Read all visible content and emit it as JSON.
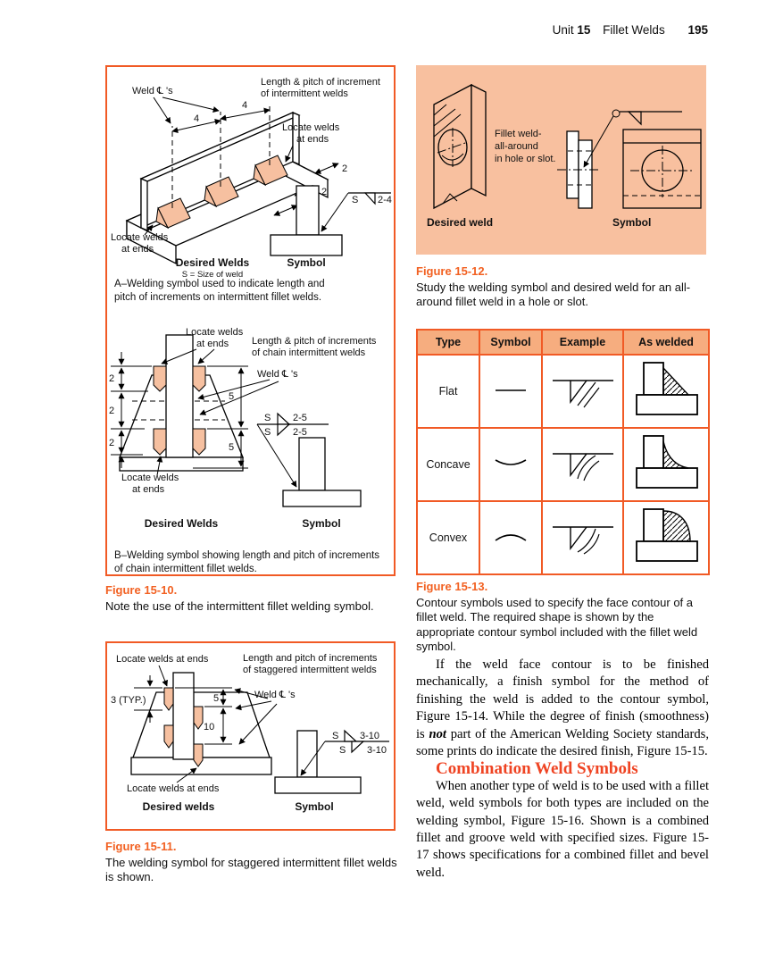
{
  "header": {
    "unit_word": "Unit",
    "unit_num": "15",
    "title": "Fillet Welds",
    "page_num": "195"
  },
  "colors": {
    "accent_orange": "#f15a25",
    "caption_orange": "#f26122",
    "heading_red": "#ef4423",
    "salmon_bg": "#f8c09f",
    "table_header_bg": "#f6ad7f",
    "weld_fill": "#f6c0a0"
  },
  "fig10": {
    "caption_title": "Figure 15-10.",
    "caption_text": "Note the use of the intermittent fillet welding symbol.",
    "a": {
      "weld_cl": "Weld ℄ 's",
      "length_pitch_1": "Length & pitch of increment",
      "length_pitch_2": "of intermittent welds",
      "locate_1": "Locate welds",
      "locate_2": "at ends",
      "dim4": "4",
      "dim2": "2",
      "s": "S",
      "pitch": "2-4",
      "desired": "Desired Welds",
      "size_note": "S = Size of weld",
      "symbol": "Symbol",
      "caption_1": "A–Welding symbol used to indicate length and",
      "caption_2": "pitch of increments on intermittent fillet welds."
    },
    "b": {
      "locate_1": "Locate welds",
      "locate_2": "at ends",
      "length_pitch_1": "Length & pitch of increments",
      "length_pitch_2": "of chain intermittent welds",
      "weld_cl": "Weld ℄ 's",
      "dim2": "2",
      "dim5": "5",
      "s": "S",
      "pitch": "2-5",
      "desired": "Desired Welds",
      "symbol": "Symbol",
      "caption_1": "B–Welding symbol showing length and pitch of increments",
      "caption_2": "of chain intermittent fillet welds."
    }
  },
  "fig11": {
    "caption_title": "Figure 15-11.",
    "caption_text": "The welding symbol for staggered intermittent fillet welds is shown.",
    "locate_top": "Locate welds at ends",
    "length_pitch_1": "Length and pitch of increments",
    "length_pitch_2": "of staggered intermittent welds",
    "dim3": "3 (TYP.)",
    "dim5": "5",
    "dim10": "10",
    "weld_cl": "Weld ℄ 's",
    "locate_bottom": "Locate welds at ends",
    "desired": "Desired welds",
    "s": "S",
    "pitch": "3-10",
    "symbol": "Symbol"
  },
  "fig12": {
    "note_1": "Fillet weld-",
    "note_2": "all-around",
    "note_3": "in hole or slot.",
    "desired": "Desired weld",
    "symbol": "Symbol",
    "caption_title": "Figure 15-12.",
    "caption_text": "Study the welding symbol and desired weld for an all-around fillet weld in a hole or slot."
  },
  "table": {
    "headers": [
      "Type",
      "Symbol",
      "Example",
      "As welded"
    ],
    "rows": [
      {
        "type": "Flat"
      },
      {
        "type": "Concave"
      },
      {
        "type": "Convex"
      }
    ]
  },
  "fig13": {
    "caption_title": "Figure 15-13.",
    "caption_text": "Contour symbols used to specify the face contour of a fillet weld. The required shape is shown by the appropriate contour symbol included with the fillet weld symbol."
  },
  "body": {
    "p1_a": "If the weld face contour is to be finished mechanically, a finish symbol for the method of finishing the weld is added to the contour symbol, Figure 15-14. While the degree of finish (smoothness) is ",
    "p1_b": "not",
    "p1_c": " part of the American Welding Society standards, some prints do indicate the desired finish, Figure 15-15.",
    "heading": "Combination Weld Symbols",
    "p2": "When another type of weld is to be used with a fillet weld, weld symbols for both types are included on the welding symbol, Figure 15-16. Shown is a combined fillet and groove weld with specified sizes. Figure 15-17 shows specifications for a combined fillet and bevel weld."
  }
}
